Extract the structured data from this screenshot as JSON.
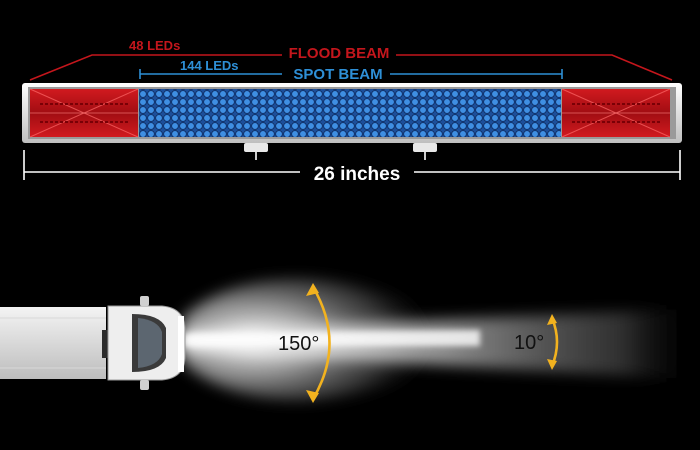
{
  "bar": {
    "flood_count_label": "48 LEDs",
    "flood_beam_label": "FLOOD BEAM",
    "spot_count_label": "144 LEDs",
    "spot_beam_label": "SPOT BEAM",
    "length_label": "26 inches"
  },
  "beam": {
    "flood_angle_label": "150°",
    "spot_angle_label": "10°"
  },
  "colors": {
    "flood": "#c4161c",
    "spot": "#2e8fd6",
    "arrow": "#f2b21f",
    "background": "#000000"
  }
}
